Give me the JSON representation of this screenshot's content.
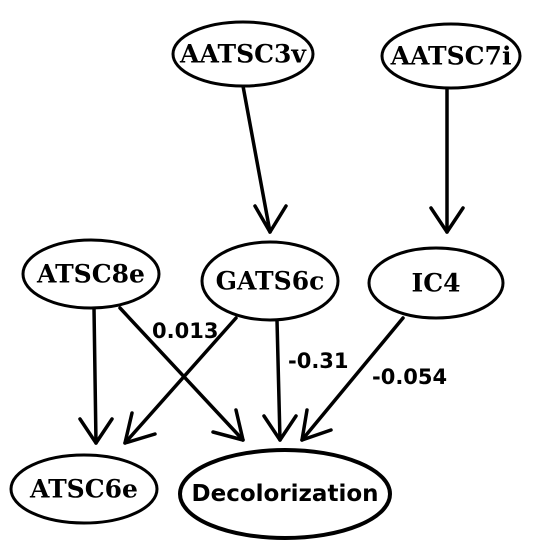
{
  "nodes": {
    "aatsc3v": "AATSC3v",
    "aatsc7i": "AATSC7i",
    "atsc8e": "ATSC8e",
    "gats6c": "GATS6c",
    "ic4": "IC4",
    "atsc6e": "ATSC6e",
    "decolorization": "Decolorization"
  },
  "edges": [
    {
      "from": "AATSC3v",
      "to": "GATS6c",
      "label": ""
    },
    {
      "from": "AATSC7i",
      "to": "IC4",
      "label": ""
    },
    {
      "from": "ATSC8e",
      "to": "ATSC6e",
      "label": ""
    },
    {
      "from": "ATSC8e",
      "to": "Decolorization",
      "label": "0.013"
    },
    {
      "from": "GATS6c",
      "to": "ATSC6e",
      "label": ""
    },
    {
      "from": "GATS6c",
      "to": "Decolorization",
      "label": "-0.31"
    },
    {
      "from": "IC4",
      "to": "Decolorization",
      "label": "-0.054"
    }
  ]
}
